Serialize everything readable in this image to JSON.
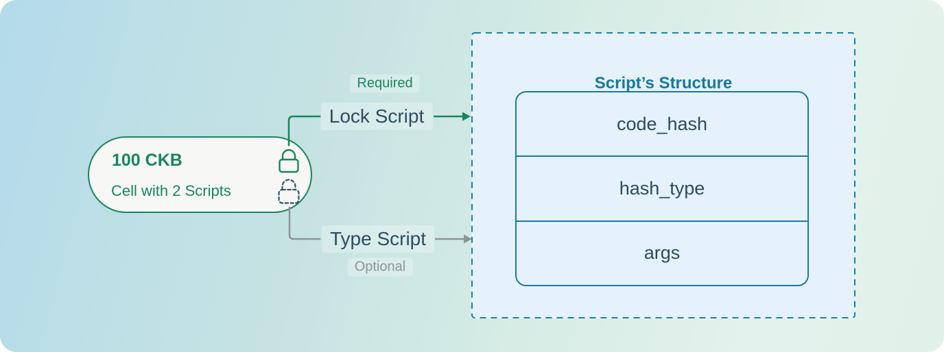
{
  "colors": {
    "green": "#18865b",
    "teal_border": "#1b80a9",
    "teal_title": "#15799f",
    "navy_text": "#2e4d63",
    "row_text": "#2d4a5f",
    "gray": "#8b949b",
    "slate_lock": "#33536b",
    "pill_fill": "#f7f8f6",
    "box_fill": "#e6f2fb"
  },
  "cell": {
    "amount": "100 CKB",
    "description": "Cell with 2 Scripts"
  },
  "annotations": {
    "required": "Required",
    "lock_script": "Lock Script",
    "type_script": "Type Script",
    "optional": "Optional"
  },
  "structure": {
    "title": "Script’s Structure",
    "rows": [
      "code_hash",
      "hash_type",
      "args"
    ]
  }
}
